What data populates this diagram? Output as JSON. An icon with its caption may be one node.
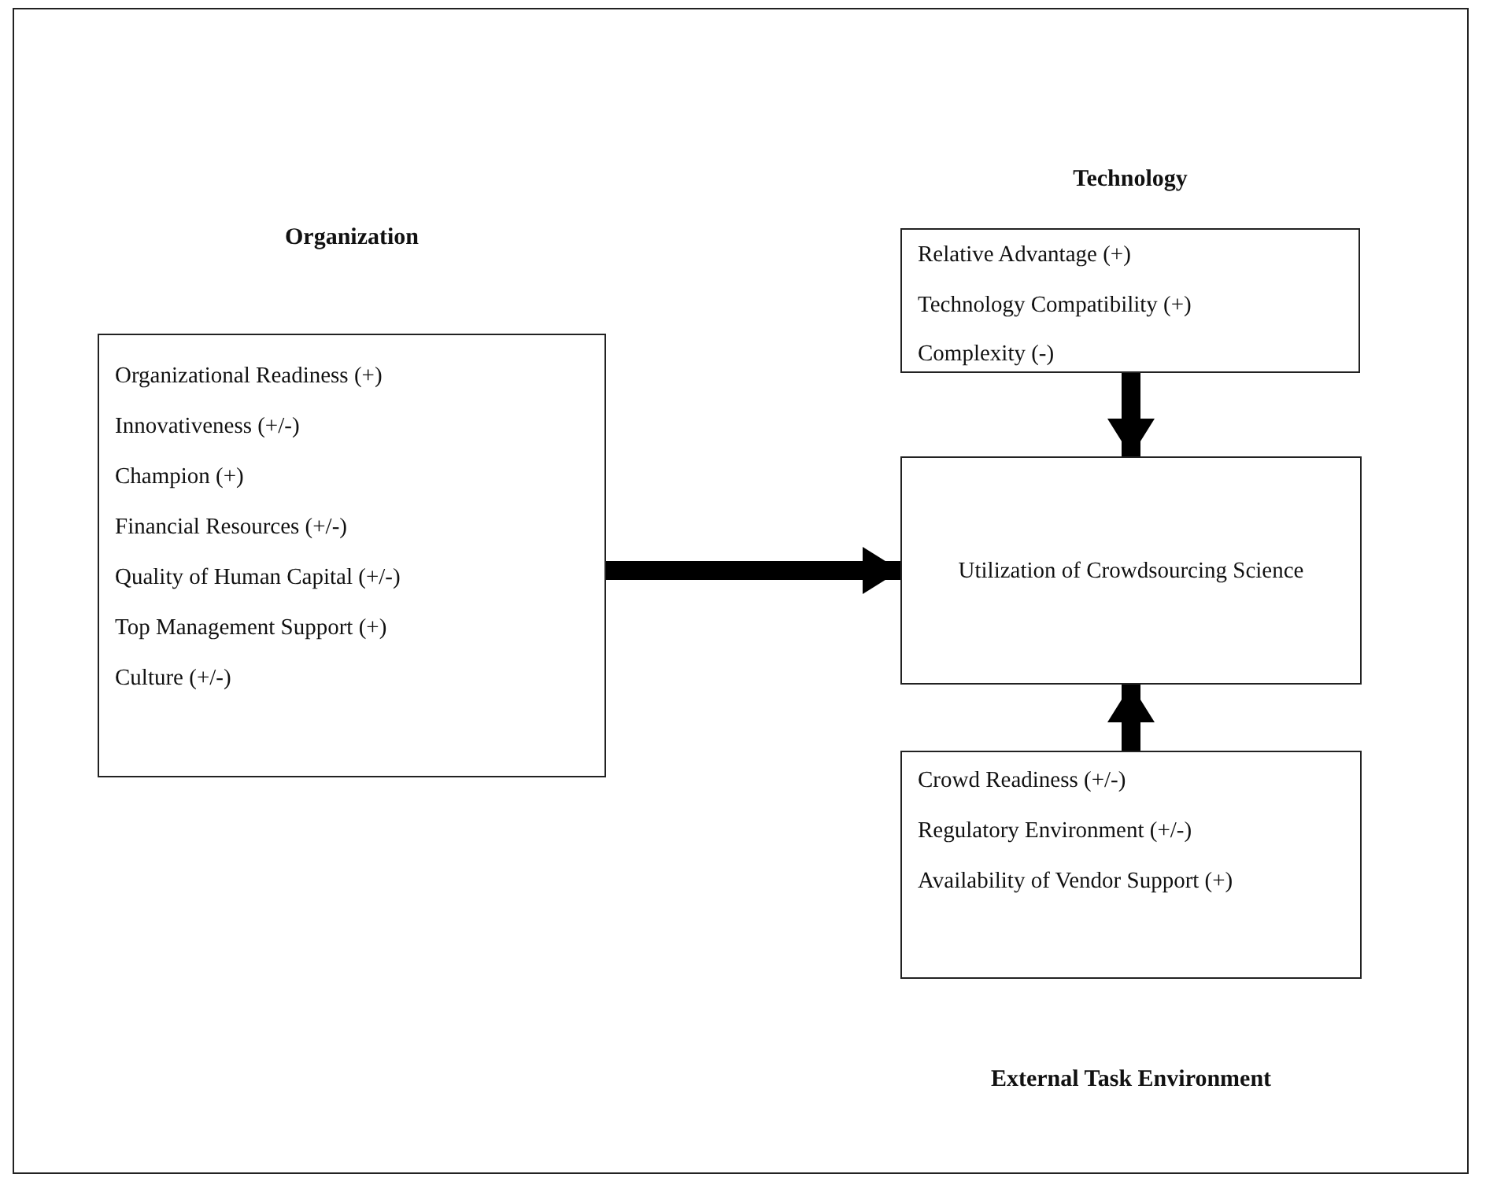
{
  "diagram": {
    "nodes": [
      {
        "text": [
          "Organization",
          "Organizational Readiness (+)",
          "Innovativeness (+/-)",
          "Champion (+)",
          "Financial Resources (+/-)",
          "Quality of Human Capital (+/-)",
          "Top Management Support (+)",
          "Culture (+/-)"
        ]
      },
      {
        "text": [
          "Technology",
          "Relative Advantage (+)",
          "Technology Compatibility (+)",
          "Complexity (-)"
        ]
      },
      {
        "text": [
          "Utilization of Crowdsourcing Science"
        ]
      },
      {
        "text": [
          "Crowd Readiness (+/-)",
          "Regulatory Environment (+/-)",
          "Availability of Vendor Support (+)",
          "External Task Environment"
        ]
      }
    ],
    "edges": [
      {
        "from": 0,
        "to": 2,
        "arrow": "to"
      },
      {
        "from": 1,
        "to": 2,
        "arrow": "to"
      },
      {
        "from": 3,
        "to": 2,
        "arrow": "to"
      }
    ]
  }
}
